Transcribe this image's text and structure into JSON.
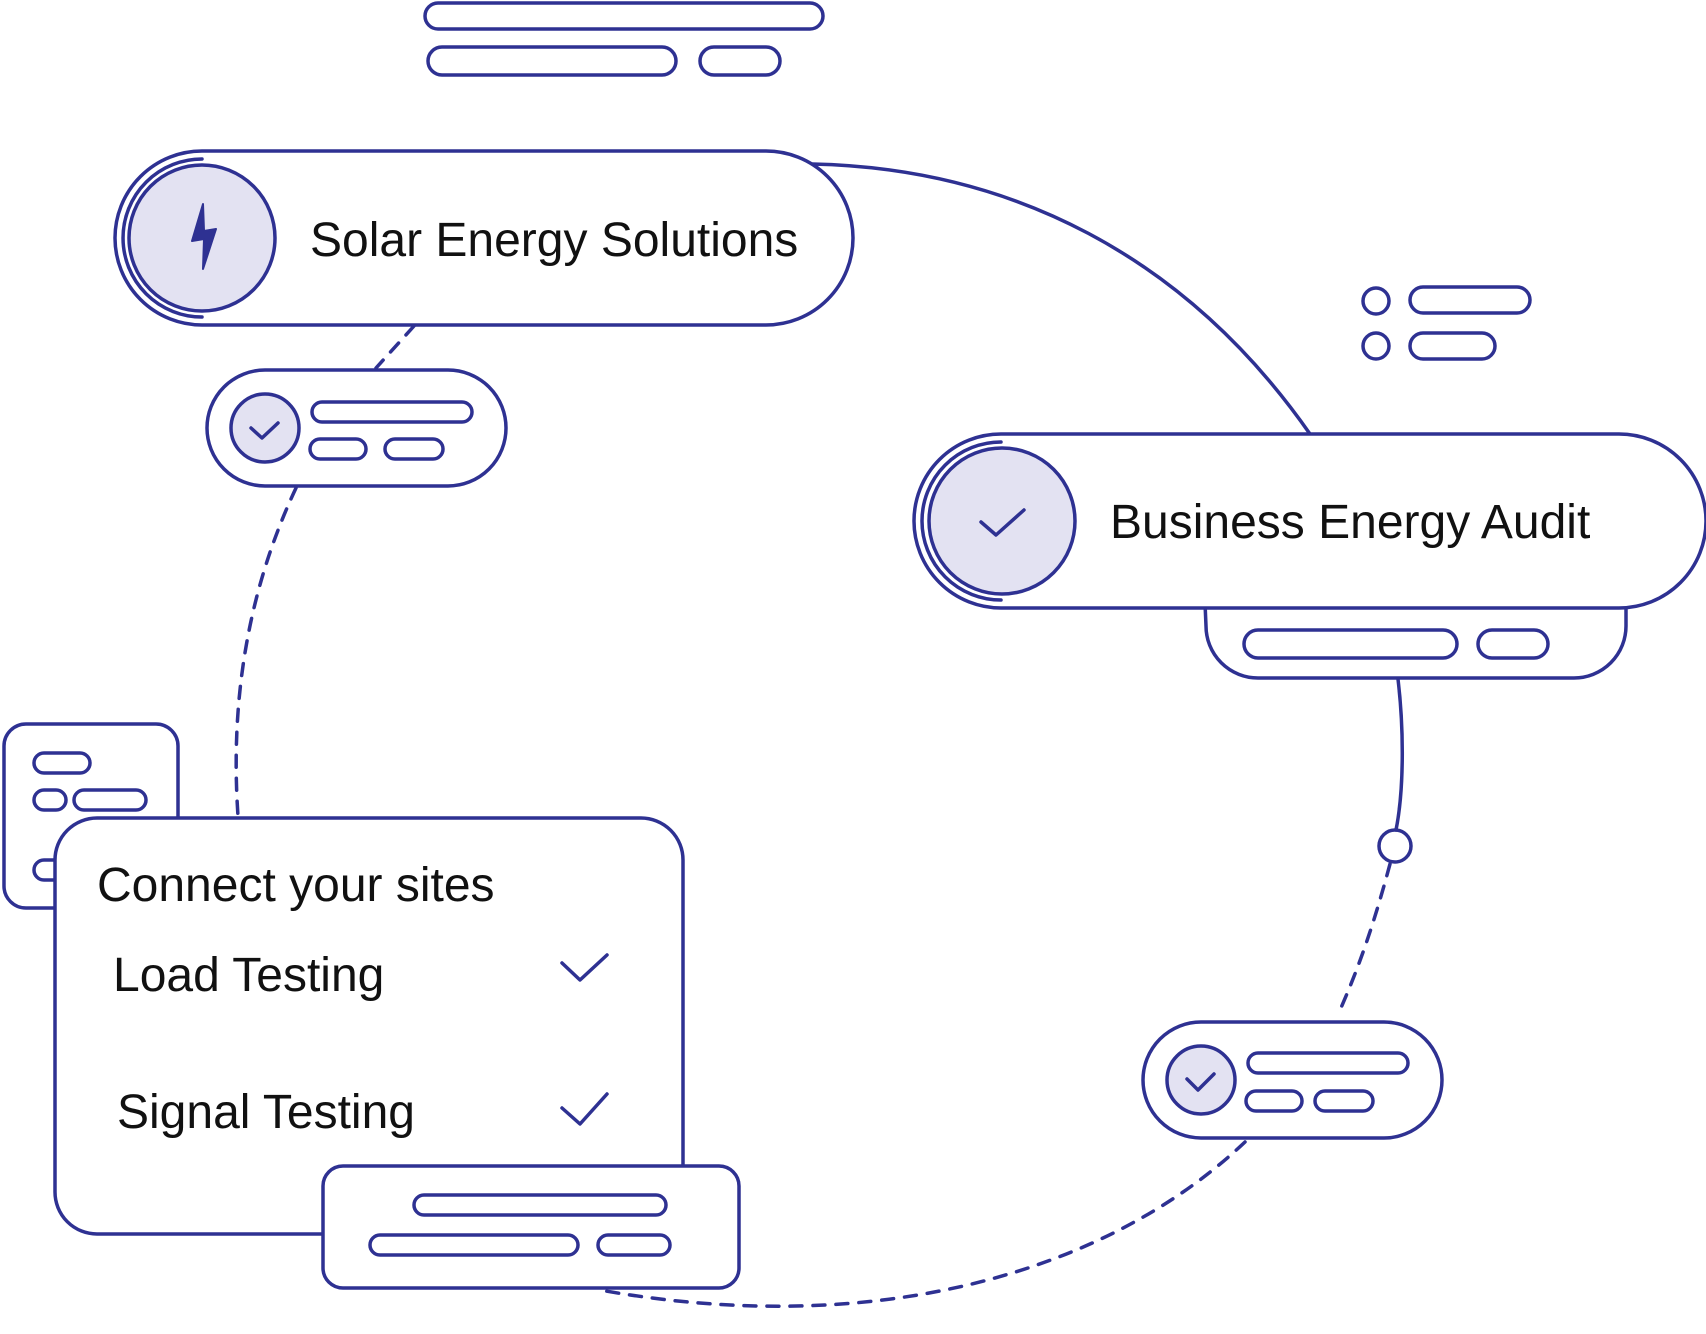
{
  "colors": {
    "stroke": "#2E3192",
    "circle_fill": "#E3E2F2",
    "background": "#FFFFFF",
    "text": "#111111"
  },
  "top_pill": {
    "label": "Solar Energy Solutions",
    "icon": "lightning-bolt-icon"
  },
  "right_pill": {
    "label": "Business Energy Audit",
    "icon": "check-icon"
  },
  "card": {
    "title": "Connect your sites",
    "items": [
      {
        "label": "Load Testing",
        "icon": "check-icon"
      },
      {
        "label": "Signal Testing",
        "icon": "check-icon"
      }
    ]
  }
}
